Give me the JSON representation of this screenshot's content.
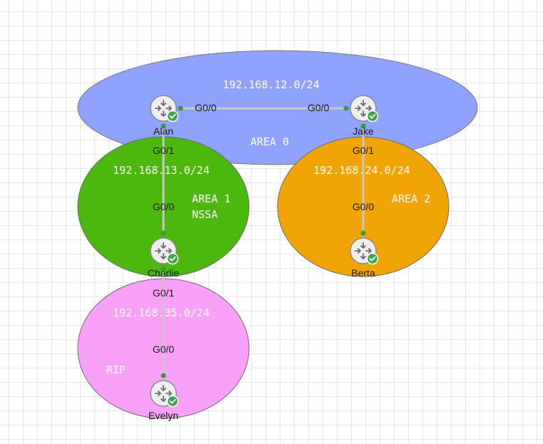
{
  "areas": [
    {
      "id": "area0",
      "subnet": "192.168.12.0/24",
      "label": "AREA 0",
      "label2": "",
      "color": "#8fa2fd"
    },
    {
      "id": "area1",
      "subnet": "192.168.13.0/24",
      "label": "AREA 1",
      "label2": "NSSA",
      "color": "#4cb70c"
    },
    {
      "id": "area2",
      "subnet": "192.168.24.0/24",
      "label": "AREA 2",
      "label2": "",
      "color": "#f0a504"
    },
    {
      "id": "rip",
      "subnet": "192.168.35.0/24",
      "label": "RIP",
      "label2": "",
      "color": "#f9a0f8"
    }
  ],
  "routers": [
    {
      "id": "alan",
      "name": "Alan",
      "icon": "router-icon",
      "status": "running-check-icon"
    },
    {
      "id": "jake",
      "name": "Jake",
      "icon": "router-icon",
      "status": "running-check-icon"
    },
    {
      "id": "charlie",
      "name": "Charlie",
      "icon": "router-icon",
      "status": "running-check-icon"
    },
    {
      "id": "berta",
      "name": "Berta",
      "icon": "router-icon",
      "status": "running-check-icon"
    },
    {
      "id": "evelyn",
      "name": "Evelyn",
      "icon": "router-icon",
      "status": "running-check-icon"
    }
  ],
  "links": [
    {
      "from": "alan",
      "to": "jake",
      "from_port": "G0/0",
      "to_port": "G0/0"
    },
    {
      "from": "alan",
      "to": "charlie",
      "from_port": "G0/1",
      "to_port": "G0/0"
    },
    {
      "from": "jake",
      "to": "berta",
      "from_port": "G0/1",
      "to_port": "G0/0"
    },
    {
      "from": "charlie",
      "to": "evelyn",
      "from_port": "G0/1",
      "to_port": "G0/0"
    }
  ],
  "colors": {
    "link": "#c8c8c8",
    "endpoint": "#3a9a3a",
    "status_ok": "#3aa84a",
    "router_body": "#eeeeee"
  }
}
